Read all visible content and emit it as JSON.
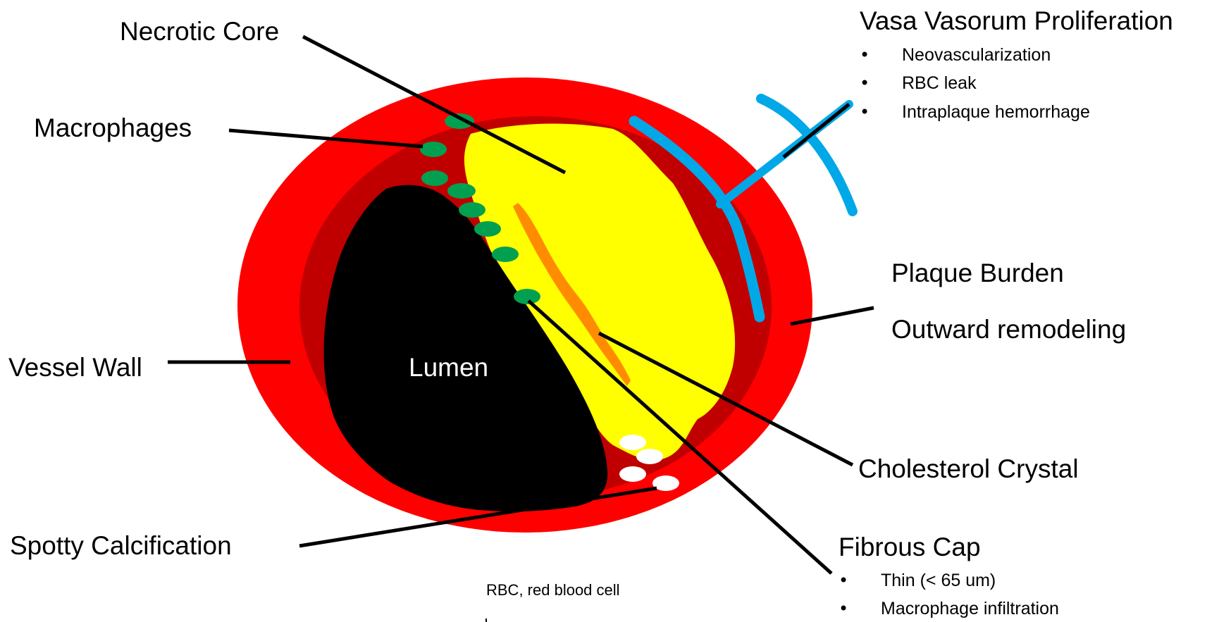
{
  "labels": {
    "necrotic_core": "Necrotic Core",
    "macrophages": "Macrophages",
    "vessel_wall": "Vessel Wall",
    "lumen": "Lumen",
    "spotty_calcification": "Spotty Calcification",
    "vasa_vasorum_title": "Vasa Vasorum Proliferation",
    "vasa_vasorum_items": [
      "Neovascularization",
      "RBC leak",
      "Intraplaque hemorrhage"
    ],
    "plaque_burden": "Plaque Burden",
    "outward_remodeling": "Outward remodeling",
    "cholesterol_crystal": "Cholesterol Crystal",
    "fibrous_cap_title": "Fibrous Cap",
    "fibrous_cap_items": [
      "Thin (< 65 um)",
      "Macrophage infiltration"
    ],
    "footnote": "RBC, red blood cell"
  },
  "colors": {
    "outer_wall": "#ff0000",
    "inner_wall": "#c00000",
    "necrotic_core": "#ffff00",
    "lumen": "#000000",
    "macrophages": "#00a050",
    "cholesterol_crystal": "#ff8c00",
    "vasa_vasorum": "#00a8e8",
    "calcification": "#ffffff"
  },
  "icons": {
    "bullet": "•"
  }
}
